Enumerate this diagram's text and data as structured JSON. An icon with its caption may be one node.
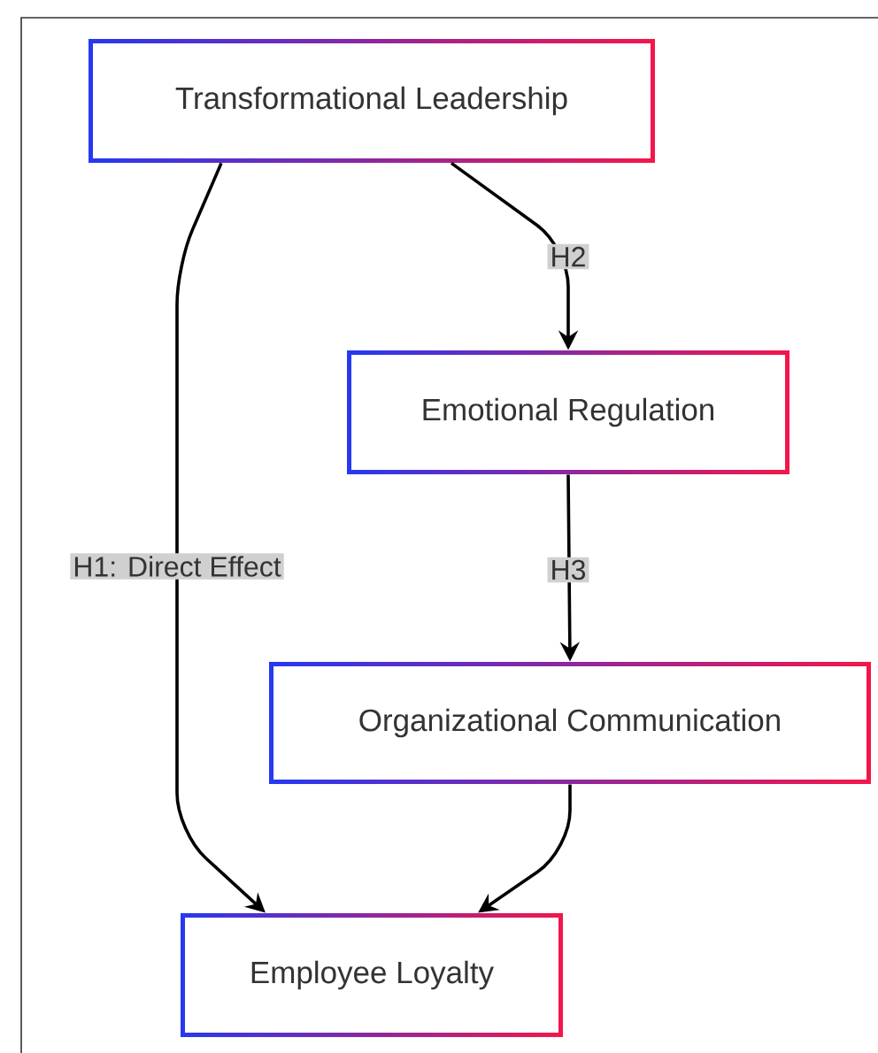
{
  "diagram": {
    "nodes": [
      {
        "text": [
          "Transformational Leadership"
        ]
      },
      {
        "text": [
          "Emotional Regulation"
        ]
      },
      {
        "text": [
          "Organizational Communication"
        ]
      },
      {
        "text": [
          "Employee Loyalty"
        ]
      }
    ],
    "edges": [
      {
        "from": 0,
        "to": 3,
        "arrow": "to",
        "label": "H1: Direct Effect"
      },
      {
        "from": 0,
        "to": 1,
        "arrow": "to",
        "label": "H2"
      },
      {
        "from": 1,
        "to": 2,
        "arrow": "to",
        "label": "H3"
      },
      {
        "from": 2,
        "to": 3,
        "arrow": "to"
      }
    ]
  }
}
